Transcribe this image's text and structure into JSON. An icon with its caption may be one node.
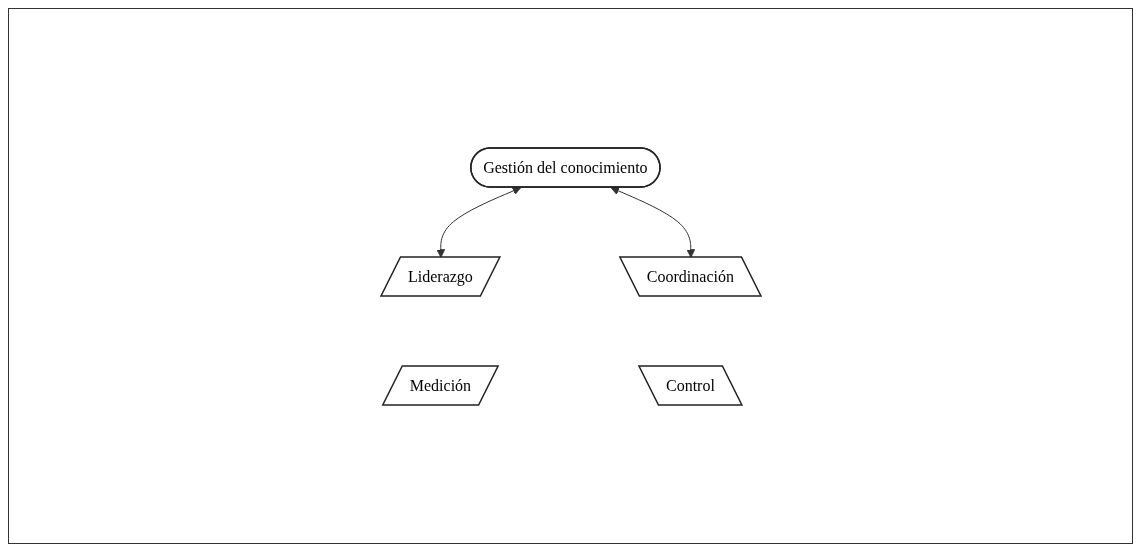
{
  "diagram": {
    "nodes": [
      {
        "text": [
          "Gestión del conocimiento"
        ]
      },
      {
        "text": [
          "Liderazgo"
        ]
      },
      {
        "text": [
          "Coordinación"
        ]
      },
      {
        "text": [
          "Medición"
        ]
      },
      {
        "text": [
          "Control"
        ]
      }
    ],
    "edges": [
      {
        "from": 0,
        "to": 1,
        "arrow": "both"
      },
      {
        "from": 0,
        "to": 2,
        "arrow": "both"
      }
    ]
  }
}
